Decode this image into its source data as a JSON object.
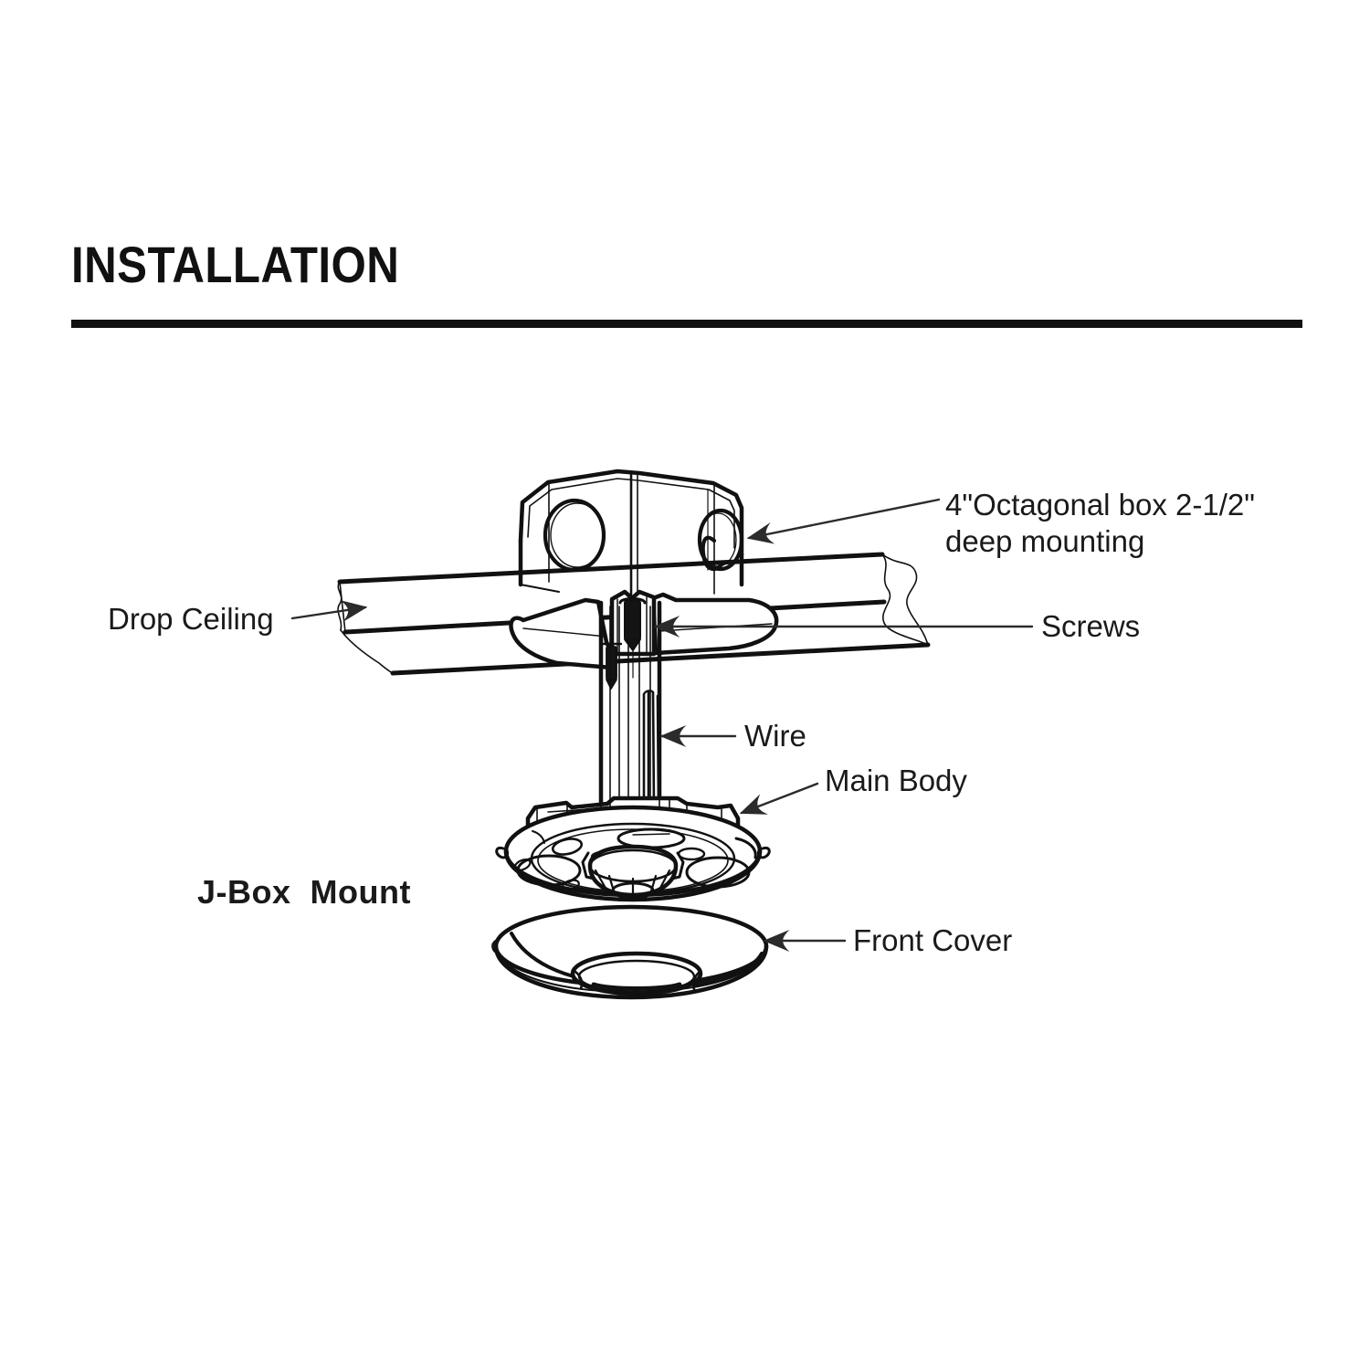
{
  "document": {
    "title": "INSTALLATION",
    "rule_color": "#111111"
  },
  "diagram": {
    "name": "J-Box Mount exploded installation drawing",
    "line_color": "#111111",
    "fill_color": "#ffffff",
    "caption": "J-Box  Mount"
  },
  "callouts": {
    "octagonal_box": {
      "line1": "4\"Octagonal box 2-1/2\"",
      "line2": "deep mounting"
    },
    "drop_ceiling": "Drop Ceiling",
    "screws": "Screws",
    "wire": "Wire",
    "main_body": "Main Body",
    "front_cover": "Front Cover"
  }
}
